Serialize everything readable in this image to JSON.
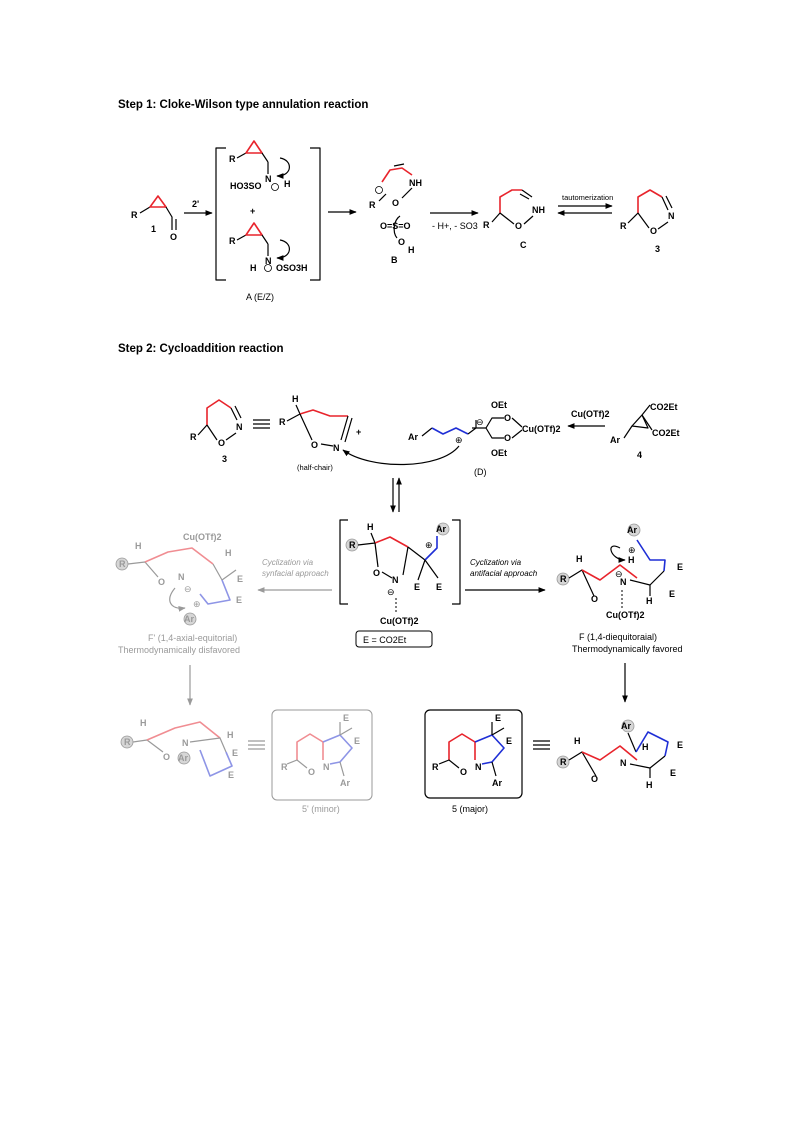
{
  "headings": {
    "step1": "Step 1: Cloke-Wilson type annulation reaction",
    "step2": "Step 2: Cycloaddition reaction"
  },
  "step1": {
    "cmpd1_label": "1",
    "reagent": "2'",
    "atom_R": "R",
    "atom_O": "O",
    "atom_N": "N",
    "atom_NH": "NH",
    "atom_H": "H",
    "hso3o": "HO3SO",
    "oso3h": "OSO3H",
    "plus": "+",
    "A_label": "A (E/Z)",
    "B_label": "B",
    "C_label": "C",
    "cmpd3_label": "3",
    "loss": "- H+, - SO3",
    "tautomerization": "tautomerization",
    "so2": "O=S=O"
  },
  "step2": {
    "half_chair": "(half-chair)",
    "D_label": "(D)",
    "cmpd4_label": "4",
    "cuotf2": "Cu(OTf)2",
    "co2et": "CO2Et",
    "oet": "OEt",
    "ar": "Ar",
    "e": "E",
    "e_def": "E = CO2Et",
    "syn_line1": "Cyclization via",
    "syn_line2": "synfacial approach",
    "anti_line1": "Cyclization via",
    "anti_line2": "antifacial approach",
    "Fprime_label": "F' (1,4-axial-equitorial)",
    "Fprime_sub": "Thermodynamically disfavored",
    "F_label": "F (1,4-diequitoraial)",
    "F_sub": "Thermodynamically favored",
    "minor_label": "5' (minor)",
    "major_label": "5 (major)"
  },
  "colors": {
    "red": "#e8242c",
    "blue": "#1f2fd6",
    "grey": "#9a9a9a"
  }
}
